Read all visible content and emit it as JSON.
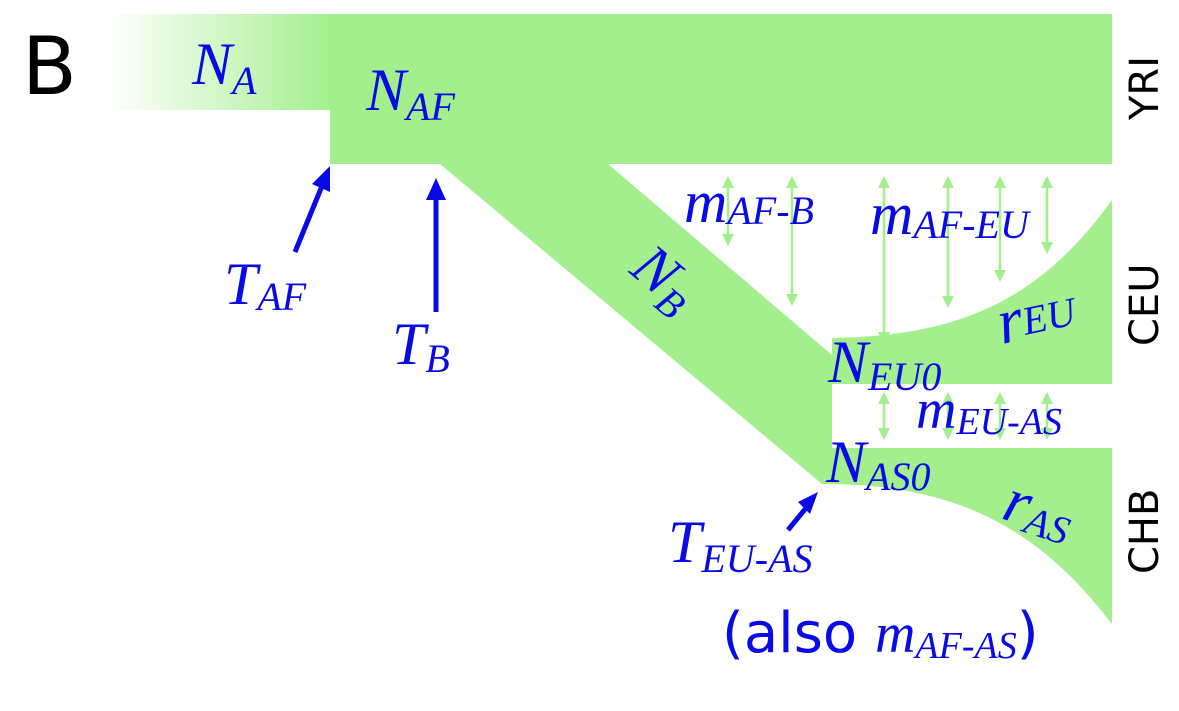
{
  "panel_label": "B",
  "populations": {
    "yri": "YRI",
    "ceu": "CEU",
    "chb": "CHB"
  },
  "params": {
    "n_a": {
      "base": "N",
      "sub": "A"
    },
    "n_af": {
      "base": "N",
      "sub": "AF"
    },
    "n_b": {
      "base": "N",
      "sub": "B"
    },
    "n_eu0": {
      "base": "N",
      "sub": "EU0"
    },
    "n_as0": {
      "base": "N",
      "sub": "AS0"
    },
    "t_af": {
      "base": "T",
      "sub": "AF"
    },
    "t_b": {
      "base": "T",
      "sub": "B"
    },
    "t_eu_as": {
      "base": "T",
      "sub": "EU-AS"
    },
    "m_af_b": {
      "base": "m",
      "sub": "AF-B"
    },
    "m_af_eu": {
      "base": "m",
      "sub": "AF-EU"
    },
    "m_eu_as": {
      "base": "m",
      "sub": "EU-AS"
    },
    "r_eu": {
      "base": "r",
      "sub": "EU"
    },
    "r_as": {
      "base": "r",
      "sub": "AS"
    }
  },
  "note": {
    "open": "(also ",
    "base": "m",
    "sub": "AF-AS",
    "close": ")"
  },
  "colors": {
    "branch": "#a3ef8d",
    "label": "#0a0ae6",
    "text": "#000000",
    "background": "#ffffff"
  }
}
